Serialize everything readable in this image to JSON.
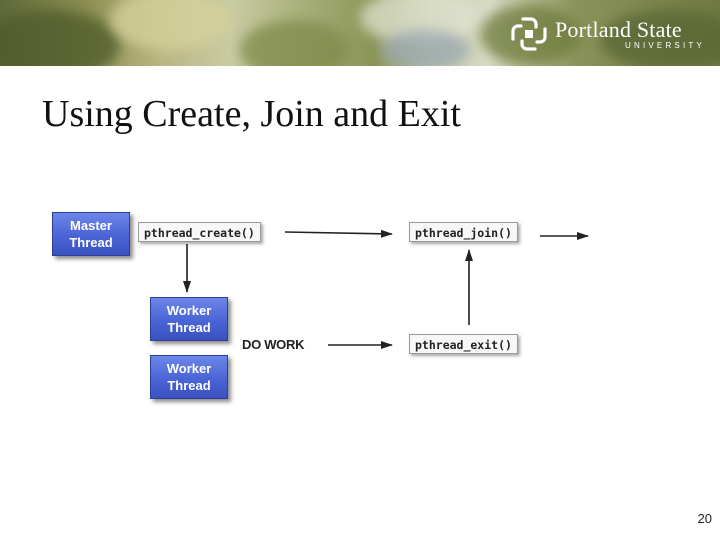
{
  "header": {
    "logo_name": "Portland State",
    "logo_sub": "UNIVERSITY",
    "logo_icon": "psu-logo-mark"
  },
  "slide": {
    "title": "Using Create, Join and Exit",
    "page_number": "20"
  },
  "diagram": {
    "nodes": {
      "master_thread": [
        "Master",
        "Thread"
      ],
      "worker_thread_1": [
        "Worker",
        "Thread"
      ],
      "worker_thread_2": [
        "Worker",
        "Thread"
      ],
      "create_call": "pthread_create()",
      "join_call": "pthread_join()",
      "exit_call": "pthread_exit()",
      "do_work": "DO WORK"
    },
    "edges": [
      {
        "from": "create_call",
        "to": "join_call"
      },
      {
        "from": "join_call",
        "to": "continue"
      },
      {
        "from": "create_call",
        "to": "worker_thread_1"
      },
      {
        "from": "do_work",
        "to": "exit_call"
      },
      {
        "from": "exit_call",
        "to": "join_call"
      }
    ],
    "colors": {
      "thread_box": "#4a64d6",
      "call_box": "#f7f7f7",
      "arrow": "#222222"
    }
  }
}
